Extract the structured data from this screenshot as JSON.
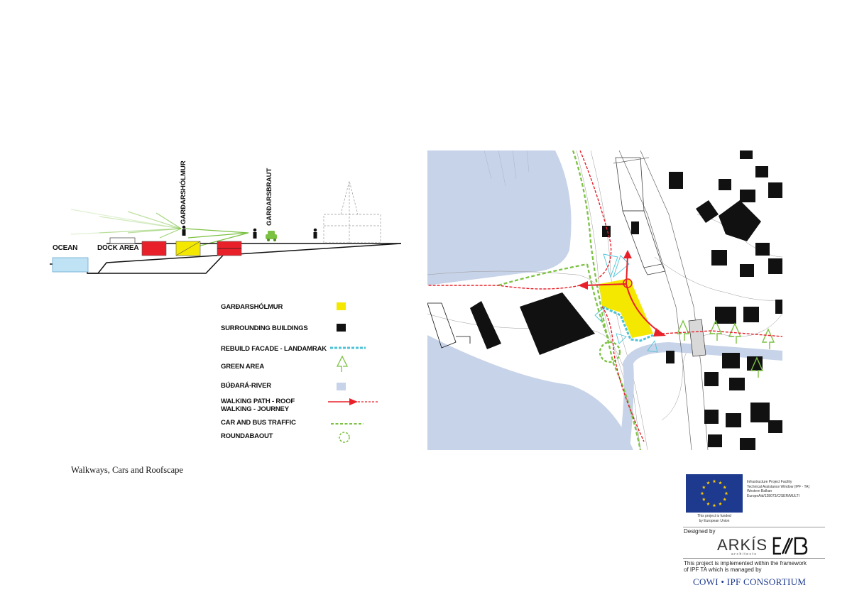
{
  "section": {
    "ocean_label": "OCEAN",
    "dock_label": "DOCK AREA",
    "gardarsholmur_vertical": "GARÐARSHÓLMUR",
    "gardarsbraut_vertical": "GARÐARSBRAUT"
  },
  "legend": {
    "items": [
      {
        "label": "GARÐARSHÓLMUR",
        "icon": "yellow-square"
      },
      {
        "label": "SURROUNDING BUILDINGS",
        "icon": "black-square"
      },
      {
        "label": "REBUILD FACADE - LANDAMRAK",
        "icon": "cyan-dashed-line"
      },
      {
        "label": "GREEN AREA",
        "icon": "green-tree"
      },
      {
        "label": "BÚÐARÁ-RIVER",
        "icon": "blue-square"
      },
      {
        "label": "WALKING PATH - ROOF\nWALKING - JOURNEY",
        "icon": "red-dashed-arrow"
      },
      {
        "label": "CAR AND BUS TRAFFIC",
        "icon": "green-dashed-line"
      },
      {
        "label": "ROUNDABAOUT",
        "icon": "green-dashed-circle"
      }
    ]
  },
  "caption": "Walkways, Cars  and Roofscape",
  "footer": {
    "ipf_lines": [
      "Infrastructure Project Facility",
      "Technical Assistance Window (IPF - TA)",
      "Western Balkan",
      "EuropeAid/128073/C/SER/MULTI"
    ],
    "eu_note_lines": [
      "This project is funded",
      "by European Union"
    ],
    "designed_by": "Designed by",
    "arkis": "ARKÍS",
    "arkis_sub": "architects",
    "managed_lines": [
      "This project is implemented within the framework",
      "of IPF TA which is managed by"
    ],
    "consortium": "COWI • IPF CONSORTIUM"
  },
  "colors": {
    "yellow": "#f5e800",
    "red": "#e8202a",
    "green": "#7cc242",
    "cyan": "#4dc3d8",
    "river": "#c7d3e8",
    "eu_blue": "#1d3a8f",
    "eu_star": "#ffcc00"
  }
}
